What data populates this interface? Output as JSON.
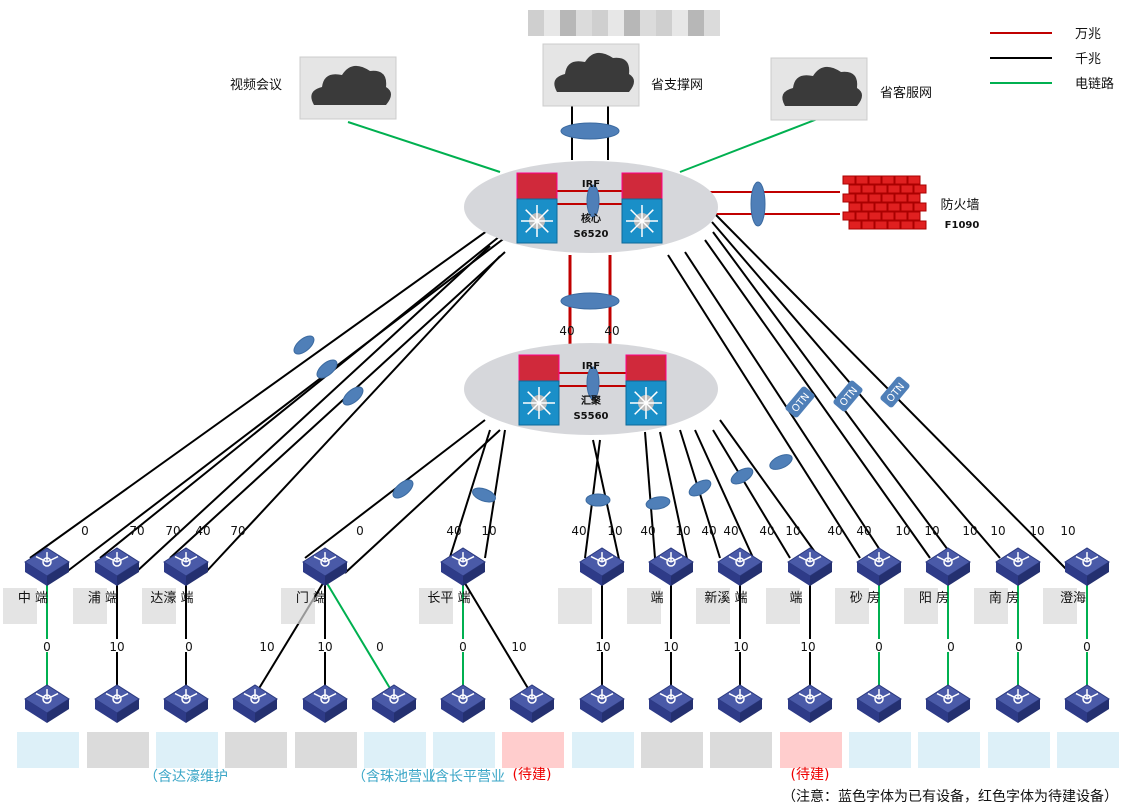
{
  "title_blurred": "",
  "legend": [
    {
      "label": "万兆",
      "color": "#c00000"
    },
    {
      "label": "千兆",
      "color": "#000000"
    },
    {
      "label": "电链路",
      "color": "#00b050"
    }
  ],
  "clouds": [
    {
      "label": "视频会议"
    },
    {
      "label": "省支撑网"
    },
    {
      "label": "省客服网"
    }
  ],
  "firewall": {
    "label": "防火墙",
    "model": "F1090"
  },
  "core": {
    "irf": "IRF",
    "name": "核心",
    "model": "S6520"
  },
  "aggregation": {
    "irf": "IRF",
    "name": "汇聚",
    "model": "S5560"
  },
  "core_to_agg_ports": [
    "40",
    "40"
  ],
  "otn_label": "OTN",
  "upper_ports": [
    "0",
    "70",
    "70",
    "40",
    "70",
    "0",
    "40",
    "10",
    "40",
    "10",
    "40",
    "10",
    "40",
    "40",
    "40",
    "10",
    "40",
    "40",
    "10",
    "10",
    "10",
    "10",
    "10",
    "10"
  ],
  "middle_labels": [
    "中 端",
    "浦 端",
    "达濠 端",
    "门 端",
    "长平 端",
    "",
    "端",
    "新溪 端",
    "端",
    "砂 房",
    "阳 房",
    "南 房",
    "澄海"
  ],
  "lower_ports": [
    "0",
    "10",
    "0",
    "10",
    "10",
    "0",
    "0",
    "10",
    "10",
    "10",
    "10",
    "10",
    "0",
    "0",
    "0",
    "0"
  ],
  "bottom_labels": [
    {
      "text": "",
      "color": "blue"
    },
    {
      "text": "",
      "color": "black"
    },
    {
      "text": "（含达濠维护",
      "color": "blue"
    },
    {
      "text": "",
      "color": "black"
    },
    {
      "text": "",
      "color": "black"
    },
    {
      "text": "（含珠池营业",
      "color": "blue"
    },
    {
      "text": "（含长平营业",
      "color": "blue"
    },
    {
      "text": "(待建)",
      "color": "red"
    },
    {
      "text": "",
      "color": "blue"
    },
    {
      "text": "",
      "color": "black"
    },
    {
      "text": "",
      "color": "black"
    },
    {
      "text": "(待建)",
      "color": "red"
    },
    {
      "text": "",
      "color": "blue"
    },
    {
      "text": "",
      "color": "blue"
    },
    {
      "text": "",
      "color": "blue"
    },
    {
      "text": "",
      "color": "blue"
    }
  ],
  "note": "（注意：蓝色字体为已有设备，红色字体为待建设备）"
}
